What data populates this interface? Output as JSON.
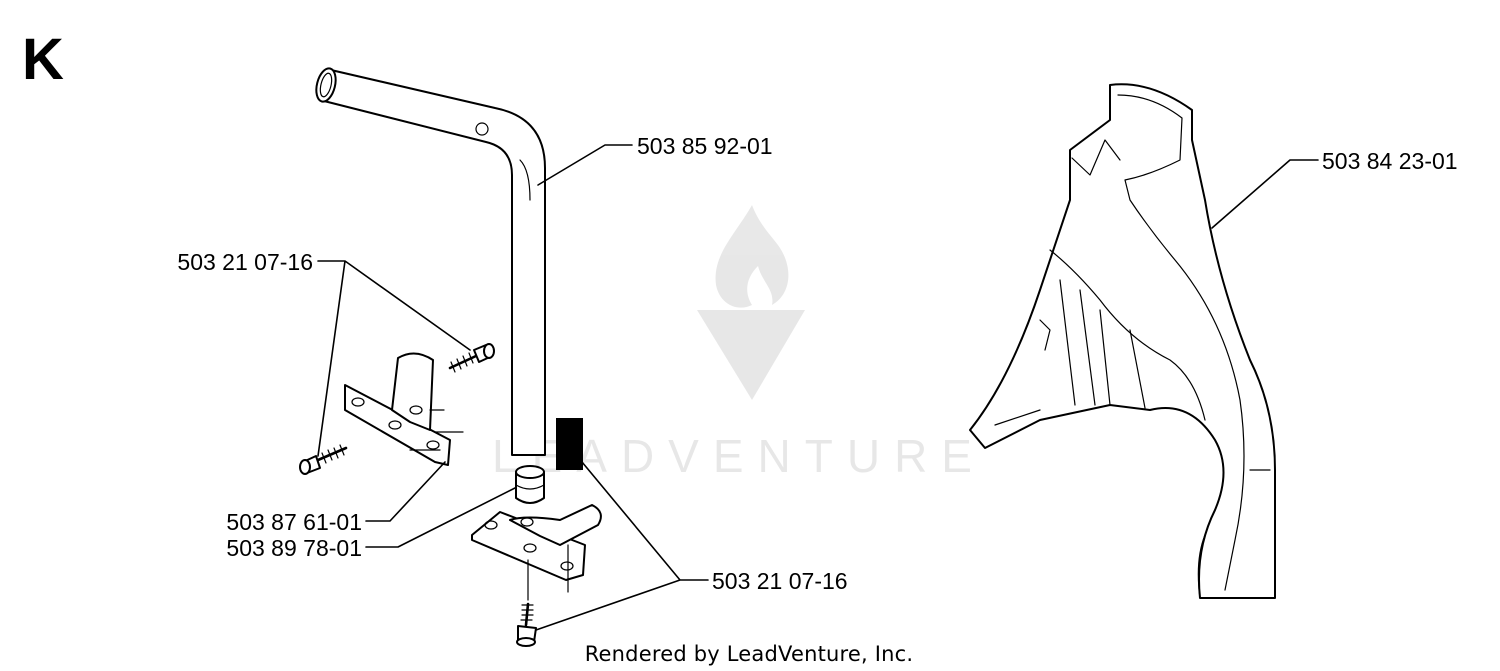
{
  "section_letter": "K",
  "watermark": {
    "text": "LEADVENTURE"
  },
  "footer": "Rendered by LeadVenture, Inc.",
  "callouts": [
    {
      "id": "tube",
      "label": "503 85 92-01"
    },
    {
      "id": "guard",
      "label": "503 84 23-01"
    },
    {
      "id": "screws-upper",
      "label": "503 21 07-16"
    },
    {
      "id": "bracket-upper",
      "label": "503 87 61-01"
    },
    {
      "id": "plug",
      "label": "503 89 78-01"
    },
    {
      "id": "screws-lower",
      "label": "503 21 07-16"
    }
  ]
}
